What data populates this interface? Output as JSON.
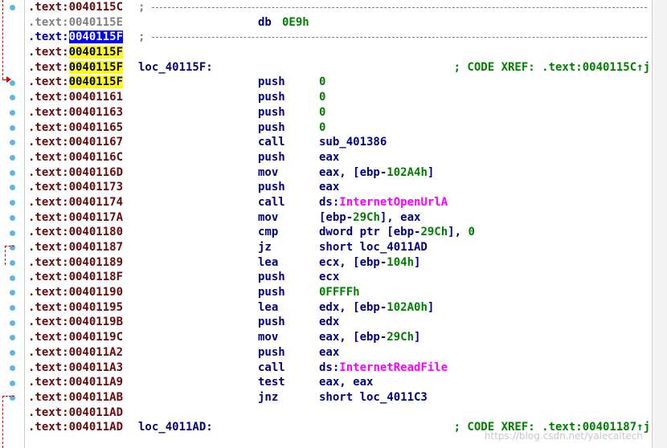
{
  "colors": {
    "segment": "#6b0a0a",
    "code": "#000080",
    "number": "#008000",
    "api": "#ff00ff",
    "highlight": "#ffff00",
    "selected": "#0000ff",
    "dot": "#5fb4ea",
    "arrow": "#e00000"
  },
  "rows": [
    {
      "seg": ".text:",
      "off": "0040115C",
      "semi": ";"
    },
    {
      "seg": ".text:",
      "off": "0040115E",
      "mnem": "db",
      "ops": [
        "0E9h"
      ]
    },
    {
      "seg": ".text:",
      "off": "0040115F",
      "semi": ";"
    },
    {
      "seg": ".text:",
      "off": "0040115F"
    },
    {
      "seg": ".text:",
      "off": "0040115F",
      "label": "loc_40115F:",
      "comment": "; CODE XREF: .text:0040115C↑j"
    },
    {
      "seg": ".text:",
      "off": "0040115F",
      "mnem": "push",
      "ops": [
        "0"
      ]
    },
    {
      "seg": ".text:",
      "off": "00401161",
      "mnem": "push",
      "ops": [
        "0"
      ]
    },
    {
      "seg": ".text:",
      "off": "00401163",
      "mnem": "push",
      "ops": [
        "0"
      ]
    },
    {
      "seg": ".text:",
      "off": "00401165",
      "mnem": "push",
      "ops": [
        "0"
      ]
    },
    {
      "seg": ".text:",
      "off": "00401167",
      "mnem": "call",
      "ops": [
        "sub_401386"
      ]
    },
    {
      "seg": ".text:",
      "off": "0040116C",
      "mnem": "push",
      "ops": [
        "eax"
      ]
    },
    {
      "seg": ".text:",
      "off": "0040116D",
      "mnem": "mov",
      "ops": [
        "eax, [ebp-",
        "102A4h",
        "]"
      ]
    },
    {
      "seg": ".text:",
      "off": "00401173",
      "mnem": "push",
      "ops": [
        "eax"
      ]
    },
    {
      "seg": ".text:",
      "off": "00401174",
      "mnem": "call",
      "ops": [
        "ds:",
        "InternetOpenUrlA"
      ]
    },
    {
      "seg": ".text:",
      "off": "0040117A",
      "mnem": "mov",
      "ops": [
        "[ebp-",
        "29Ch",
        "], eax"
      ]
    },
    {
      "seg": ".text:",
      "off": "00401180",
      "mnem": "cmp",
      "ops": [
        "dword ptr [ebp-",
        "29Ch",
        "], ",
        "0"
      ]
    },
    {
      "seg": ".text:",
      "off": "00401187",
      "mnem": "jz",
      "ops": [
        "short loc_4011AD"
      ]
    },
    {
      "seg": ".text:",
      "off": "00401189",
      "mnem": "lea",
      "ops": [
        "ecx, [ebp-",
        "104h",
        "]"
      ]
    },
    {
      "seg": ".text:",
      "off": "0040118F",
      "mnem": "push",
      "ops": [
        "ecx"
      ]
    },
    {
      "seg": ".text:",
      "off": "00401190",
      "mnem": "push",
      "ops": [
        "0FFFFh"
      ]
    },
    {
      "seg": ".text:",
      "off": "00401195",
      "mnem": "lea",
      "ops": [
        "edx, [ebp-",
        "102A0h",
        "]"
      ]
    },
    {
      "seg": ".text:",
      "off": "0040119B",
      "mnem": "push",
      "ops": [
        "edx"
      ]
    },
    {
      "seg": ".text:",
      "off": "0040119C",
      "mnem": "mov",
      "ops": [
        "eax, [ebp-",
        "29Ch",
        "]"
      ]
    },
    {
      "seg": ".text:",
      "off": "004011A2",
      "mnem": "push",
      "ops": [
        "eax"
      ]
    },
    {
      "seg": ".text:",
      "off": "004011A3",
      "mnem": "call",
      "ops": [
        "ds:",
        "InternetReadFile"
      ]
    },
    {
      "seg": ".text:",
      "off": "004011A9",
      "mnem": "test",
      "ops": [
        "eax, eax"
      ]
    },
    {
      "seg": ".text:",
      "off": "004011AB",
      "mnem": "jnz",
      "ops": [
        "short loc_4011C3"
      ]
    },
    {
      "seg": ".text:",
      "off": "004011AD"
    },
    {
      "seg": ".text:",
      "off": "004011AD",
      "label": "loc_4011AD:",
      "comment": "; CODE XREF: .text:00401187↑j"
    }
  ],
  "watermark": "https://blog.csdn.net/yalecaltech"
}
